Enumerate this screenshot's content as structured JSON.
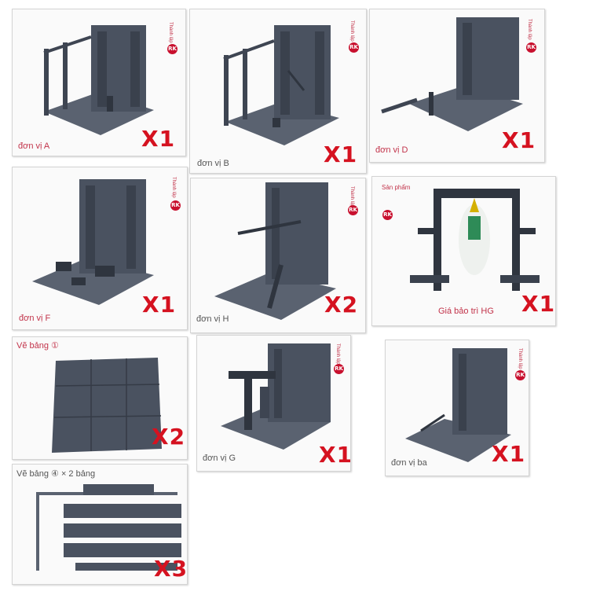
{
  "badge_text": "RK",
  "stamp_text": "Thành lập",
  "stamp_text_alt": "Sản phẩm",
  "colors": {
    "quantity": "#d51220",
    "label": "#c2334a",
    "plastic": "#4a5260",
    "badge": "#c8102e"
  },
  "cards": [
    {
      "label": "đơn vị A",
      "qty": "X1"
    },
    {
      "label": "đơn vị B",
      "qty": "X1"
    },
    {
      "label": "đơn vị D",
      "qty": "X1"
    },
    {
      "label": "đơn vị F",
      "qty": "X1"
    },
    {
      "label": "đơn vị H",
      "qty": "X2"
    },
    {
      "label": "Giá bảo trì HG",
      "qty": "X1"
    },
    {
      "label": "Vẽ bảng ①",
      "qty": "X2"
    },
    {
      "label": "đơn vị G",
      "qty": "X1"
    },
    {
      "label": "đơn vị ba",
      "qty": "X1"
    },
    {
      "label": "Vẽ bảng ④ × 2 bảng",
      "qty": "X3"
    }
  ]
}
